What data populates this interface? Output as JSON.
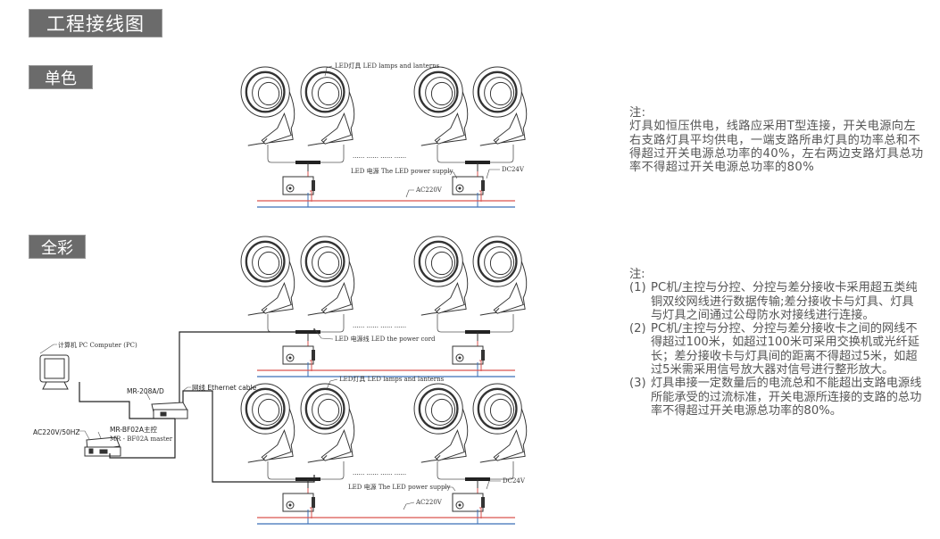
{
  "title": "工程接线图",
  "sections": {
    "mono": "单色",
    "full": "全彩"
  },
  "diagram": {
    "lamp_label": "LED灯具 LED lamps and lanterns",
    "power_supply_label": "LED 电源 The LED power supply",
    "dc_label": "DC24V",
    "ac_label": "AC220V",
    "power_cord_label": "LED 电源线 LED the power cord",
    "pc_label": "计算机 PC Computer (PC)",
    "switch_label": "MR-208A/D",
    "ethernet_label": "网线 Ethernet cable",
    "ac_input_label": "AC220V/50HZ",
    "master_label_cn": "MR-BF02A主控",
    "master_label_en": "MR - BF02A master",
    "dots": "······  ······  ······   ······",
    "colors": {
      "live": "#d9534f",
      "neutral": "#3b6fb6",
      "tag_bg": "#6b6b6b"
    }
  },
  "notes_mono": {
    "heading": "注:",
    "text": "灯具如恒压供电，线路应采用T型连接，开关电源向左右支路灯具平均供电，一端支路所串灯具的功率总和不得超过开关电源总功率的40%，左右两边支路灯具总功率不得超过开关电源总功率的80%"
  },
  "notes_full": {
    "heading": "注:",
    "items": [
      {
        "num": "(1)",
        "text": " PC机/主控与分控、分控与差分接收卡采用超五类纯铜双绞网线进行数据传输;差分接收卡与灯具、灯具与灯具之间通过公母防水对接线进行连接。"
      },
      {
        "num": "(2)",
        "text": "PC机/主控与分控、分控与差分接收卡之间的网线不得超过100米，如超过100米可采用交换机或光纤延长；差分接收卡与灯具间的距离不得超过5米，如超过5米需采用信号放大器对信号进行整形放大。"
      },
      {
        "num": "(3)",
        "text": "灯具串接一定数量后的电流总和不能超出支路电源线所能承受的过流标准，开关电源所连接的支路的总功率不得超过开关电源总功率的80%。"
      }
    ]
  }
}
